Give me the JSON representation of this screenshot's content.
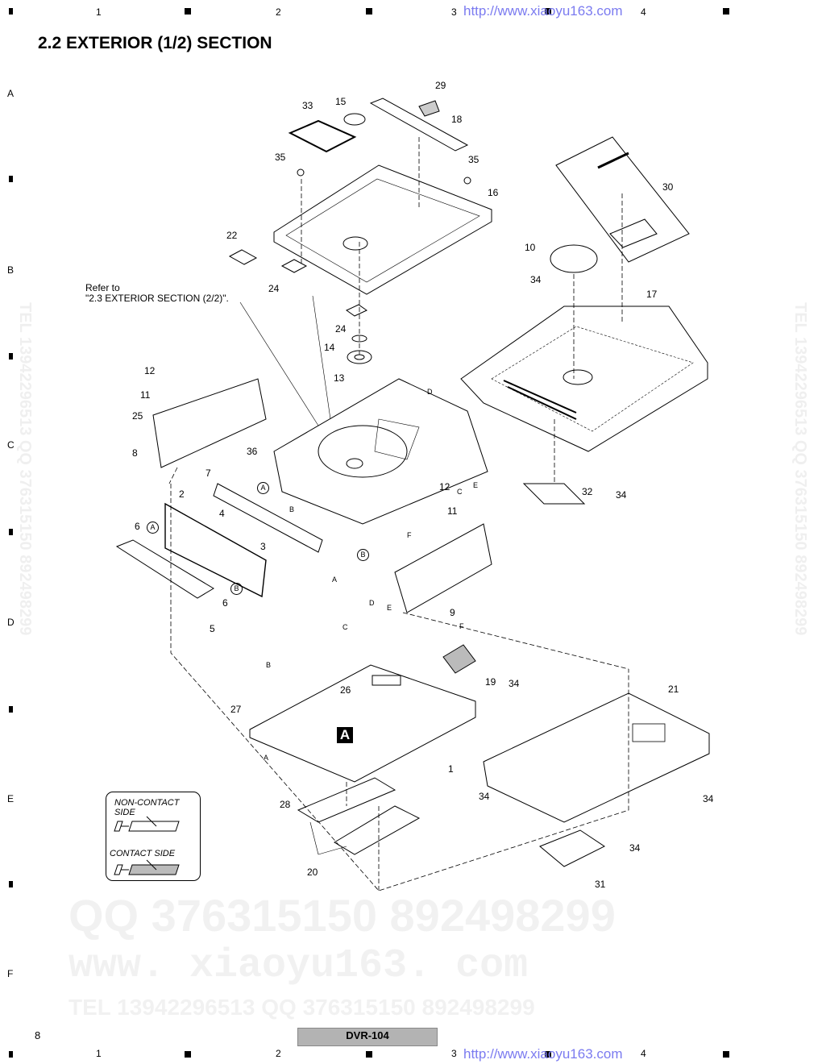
{
  "header": {
    "columns": [
      "1",
      "2",
      "3",
      "4"
    ],
    "url": "http://www.xiaoyu163.com",
    "title": "2.2  EXTERIOR (1/2) SECTION"
  },
  "rows": [
    "A",
    "B",
    "C",
    "D",
    "E",
    "F"
  ],
  "watermarks": {
    "top": "QQ 376315150   892498299",
    "mid": "TEL 13942296513   QQ 376315150   892498299",
    "bottom": "www. xiaoyu163. com",
    "vertical": "TEL 13942296513  QQ 376315150  892498299"
  },
  "refer_note": [
    "Refer to",
    "\"2.3 EXTERIOR SECTION (2/2)\"."
  ],
  "part_labels": [
    "29",
    "33",
    "15",
    "18",
    "35",
    "35",
    "16",
    "30",
    "22",
    "10",
    "24",
    "34",
    "17",
    "24",
    "14",
    "13",
    "12",
    "11",
    "25",
    "8",
    "36",
    "7",
    "2",
    "4",
    "6",
    "12",
    "11",
    "32",
    "34",
    "3",
    "6",
    "5",
    "9",
    "19",
    "26",
    "21",
    "34",
    "27",
    "1",
    "28",
    "34",
    "34",
    "34",
    "20",
    "31"
  ],
  "connector_letters": [
    "D",
    "C",
    "E",
    "B",
    "F",
    "A",
    "D",
    "C",
    "E",
    "F",
    "B",
    "A"
  ],
  "circled_letters": [
    "A",
    "A",
    "B",
    "B"
  ],
  "board_label": "A",
  "legend": {
    "non_contact": "NON-CONTACT SIDE",
    "non_contact_l1": "NON-CONTACT",
    "non_contact_l2": "SIDE",
    "contact": "CONTACT SIDE"
  },
  "footer": {
    "page": "8",
    "model": "DVR-104",
    "columns": [
      "1",
      "2",
      "3",
      "4"
    ],
    "url": "http://www.xiaoyu163.com"
  }
}
